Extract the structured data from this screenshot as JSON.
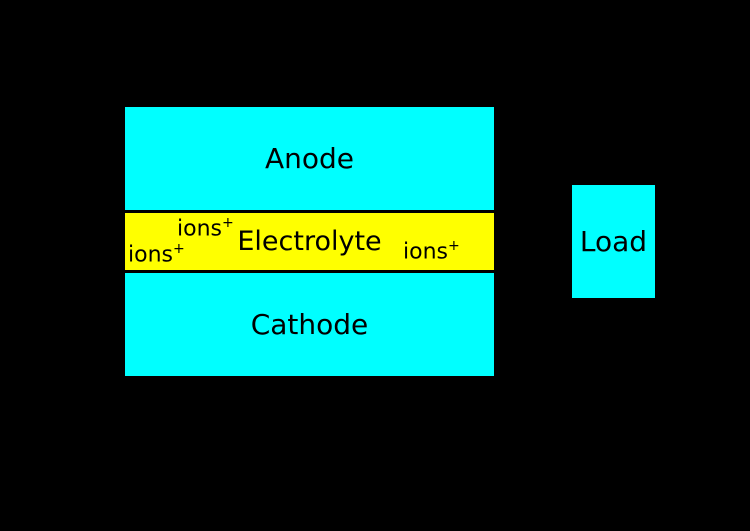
{
  "canvas": {
    "description": "Battery cell schematic diagram on black background"
  },
  "colors": {
    "background": "#000000",
    "electrode": "#00ffff",
    "electrolyte": "#ffff00",
    "load": "#00ffff",
    "border": "#000000",
    "text": "#000000"
  },
  "battery": {
    "anode": {
      "label": "Anode"
    },
    "electrolyte": {
      "label": "Electrolyte",
      "ions": [
        {
          "base": "ions",
          "sup": "+"
        },
        {
          "base": "ions",
          "sup": "+"
        },
        {
          "base": "ions",
          "sup": "+"
        }
      ]
    },
    "cathode": {
      "label": "Cathode"
    }
  },
  "load": {
    "label": "Load"
  }
}
